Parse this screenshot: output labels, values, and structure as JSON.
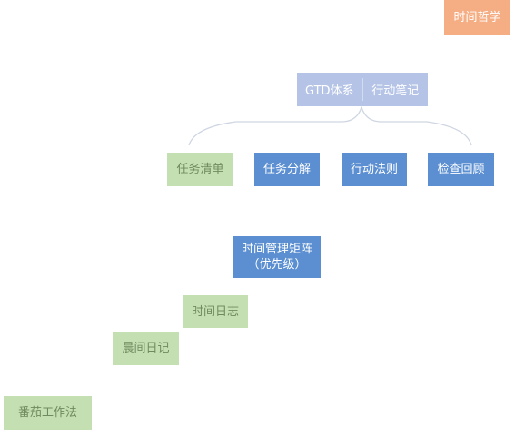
{
  "diagram": {
    "top_right_node": "时间哲学",
    "gtd": {
      "left": "GTD体系",
      "right": "行动笔记"
    },
    "children": [
      {
        "label": "任务清单",
        "style": "green"
      },
      {
        "label": "任务分解",
        "style": "blue"
      },
      {
        "label": "行动法则",
        "style": "blue"
      },
      {
        "label": "检查回顾",
        "style": "blue"
      }
    ],
    "matrix": "时间管理矩阵\n（优先级）",
    "stairs": [
      "时间日志",
      "晨间日记",
      "番茄工作法"
    ]
  },
  "colors": {
    "orange": "#f5ae83",
    "lavender": "#b5c4e6",
    "green": "#c4e0b2",
    "blue": "#5b8fd1",
    "bracket": "#cfd6e2"
  }
}
